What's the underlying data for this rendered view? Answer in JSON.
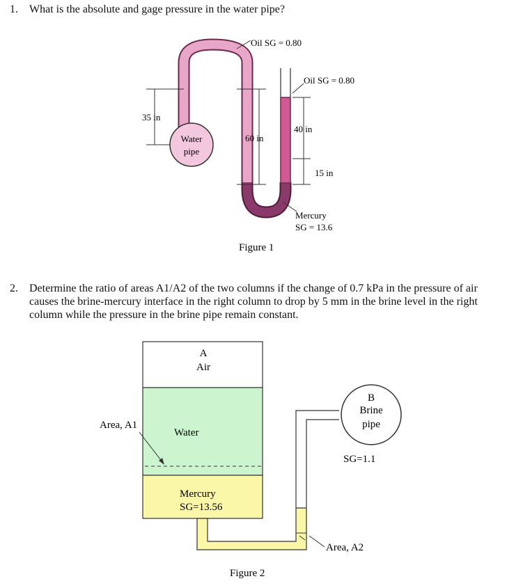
{
  "question1": {
    "number": "1.",
    "text": "What is the absolute and gage pressure in the water pipe?"
  },
  "figure1": {
    "oil_top_label": "Oil SG = 0.80",
    "oil_right_label": "Oil SG = 0.80",
    "dim_35": "35 in",
    "water_pipe_line1": "Water",
    "water_pipe_line2": "pipe",
    "dim_60": "60 in",
    "dim_40": "40 in",
    "dim_15": "15 in",
    "mercury_line1": "Mercury",
    "mercury_line2": "SG = 13.6",
    "caption": "Figure 1",
    "colors": {
      "oil": "#e8a6c8",
      "oil_dark": "#cf5a96",
      "mercury": "#8a3a6a"
    }
  },
  "question2": {
    "number": "2.",
    "text": "Determine the ratio of areas A1/A2 of the two columns if the change of 0.7 kPa in the pressure of air causes the brine-mercury interface in the right column to drop by 5 mm in the brine level in the right column while the pressure in the brine pipe remain constant."
  },
  "figure2": {
    "air_a": "A",
    "air_label": "Air",
    "water_label": "Water",
    "mercury_line1": "Mercury",
    "mercury_line2": "SG=13.56",
    "area1_label": "Area, A1",
    "brine_b": "B",
    "brine_line1": "Brine",
    "brine_line2": "pipe",
    "brine_sg": "SG=1.1",
    "area2_label": "Area, A2",
    "caption": "Figure 2",
    "colors": {
      "water": "#ccf5cf",
      "mercury": "#fbf7a8"
    }
  }
}
